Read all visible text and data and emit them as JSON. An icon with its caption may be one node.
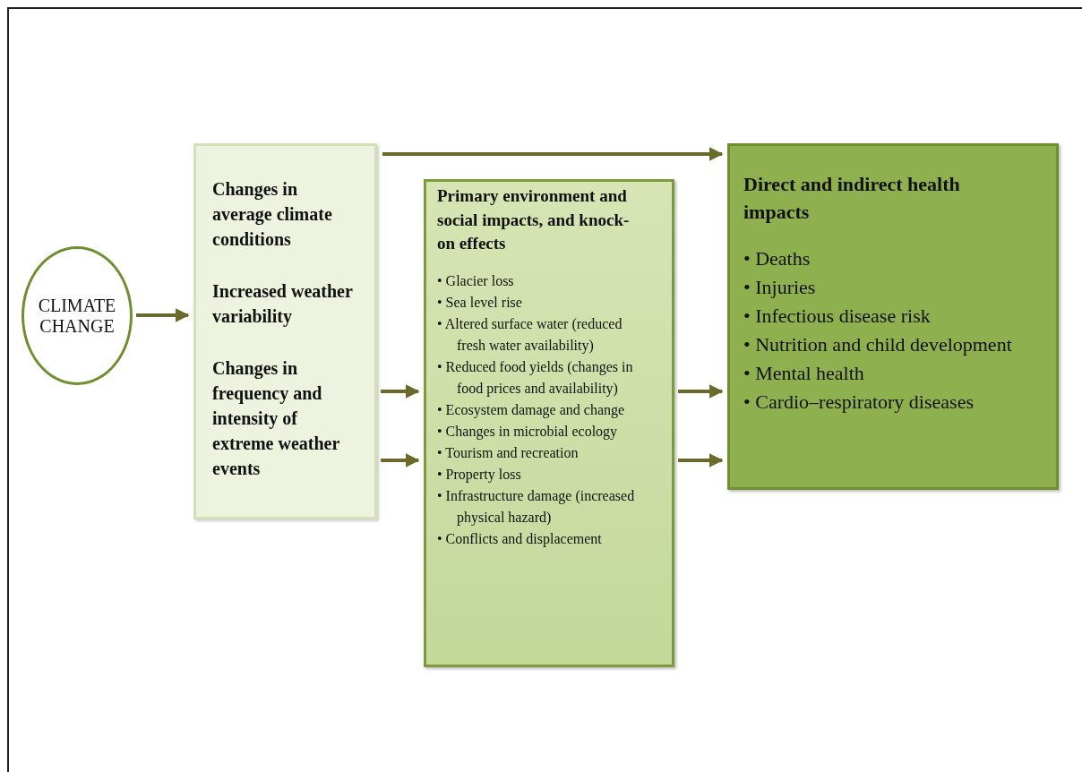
{
  "diagram": {
    "nodes": [
      {
        "text": [
          "CLIMATE CHANGE"
        ]
      },
      {
        "text": [
          "Changes in average climate conditions",
          "Increased weather variability",
          "Changes in frequency and intensity of extreme weather events"
        ]
      },
      {
        "text": [
          "Primary environment and social impacts, and knock-on effects",
          "• Glacier loss",
          "• Sea level rise",
          "• Altered surface water (reduced fresh water availability)",
          "• Reduced food yields (changes in food prices and availability)",
          "• Ecosystem damage and change",
          "• Changes in microbial ecology",
          "• Tourism and recreation",
          "• Property loss",
          "• Infrastructure damage (increased physical hazard)",
          "• Conflicts and displacement"
        ]
      },
      {
        "text": [
          "Direct and indirect health impacts",
          "• Deaths",
          "• Injuries",
          "• Infectious disease risk",
          "• Nutrition and child development",
          "• Mental health",
          "• Cardio–respiratory diseases"
        ]
      }
    ],
    "edges": [
      {
        "from": 0,
        "to": 1,
        "arrow": "to"
      },
      {
        "from": 1,
        "to": 3,
        "arrow": "to"
      },
      {
        "from": 1,
        "to": 2,
        "arrow": "to"
      },
      {
        "from": 1,
        "to": 2,
        "arrow": "to"
      },
      {
        "from": 2,
        "to": 3,
        "arrow": "to"
      },
      {
        "from": 2,
        "to": 3,
        "arrow": "to"
      }
    ]
  }
}
